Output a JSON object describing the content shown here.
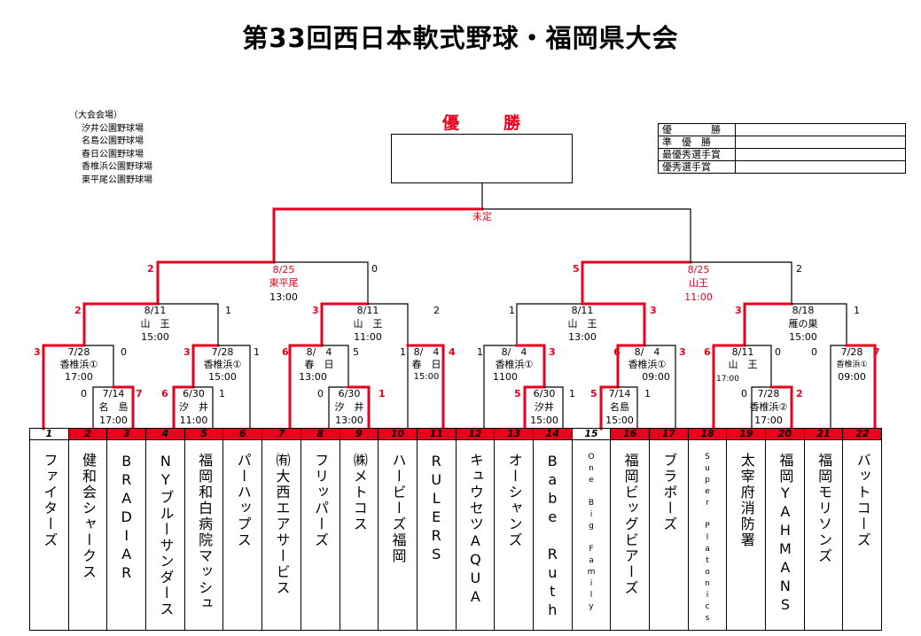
{
  "title": "第33回西日本軟式野球・福岡県大会",
  "venues": [
    "（大会会場）",
    "汐井公園野球場",
    "名島公園野球場",
    "春日公園野球場",
    "香椎浜公園野球場",
    "東平尾公園野球場"
  ],
  "champion_label": "優　　勝",
  "awards": [
    {
      "label": "優　　　　勝",
      "value": ""
    },
    {
      "label": "準　優　勝",
      "value": ""
    },
    {
      "label": "最優秀選手賞",
      "value": ""
    },
    {
      "label": "優秀選手賞",
      "value": ""
    }
  ],
  "final": {
    "status": "未定"
  },
  "semis": [
    {
      "date": "8/25",
      "venue": "東平尾",
      "time": "13:00",
      "left_score": "2",
      "right_score": "0"
    },
    {
      "date": "8/25",
      "venue": "山王",
      "time": "11:00",
      "left_score": "5",
      "right_score": "2"
    }
  ],
  "quarters": [
    {
      "date": "8/11",
      "venue": "山　王",
      "time": "15:00",
      "left_score": "2",
      "right_score": "1"
    },
    {
      "date": "8/11",
      "venue": "山　王",
      "time": "11:00",
      "left_score": "3",
      "right_score": "2"
    },
    {
      "date": "8/11",
      "venue": "山　王",
      "time": "13:00",
      "left_score": "1",
      "right_score": "3"
    },
    {
      "date": "8/18",
      "venue": "雁の巣",
      "time": "15:00",
      "left_score": "3",
      "right_score": "1"
    }
  ],
  "r16": [
    {
      "date": "7/28",
      "venue": "香椎浜①",
      "time": "17:00",
      "left_score": "3",
      "right_score": "0"
    },
    {
      "date": "7/28",
      "venue": "香椎浜①",
      "time": "15:00",
      "left_score": "3",
      "right_score": "1"
    },
    {
      "date": "8/　4",
      "venue": "春　日",
      "time": "13:00",
      "left_score": "6",
      "right_score": "5"
    },
    {
      "date": "8/　4",
      "venue": "春　日",
      "time": "15:00",
      "left_score": "1",
      "right_score": "4"
    },
    {
      "date": "8/　4",
      "venue": "香椎浜①",
      "time": "1100",
      "left_score": "1",
      "right_score": "3"
    },
    {
      "date": "8/　4",
      "venue": "香椎浜①",
      "time": "09:00",
      "left_score": "6",
      "right_score": "3"
    },
    {
      "date": "8/11",
      "venue": "山　王",
      "time": "17:00",
      "left_score": "6",
      "right_score": "0"
    },
    {
      "date": "7/28",
      "venue": "香椎浜①",
      "time": "09:00",
      "left_score": "0",
      "right_score": "7"
    }
  ],
  "r1": [
    {
      "date": "7/14",
      "venue": "名　島",
      "time": "17:00",
      "left_score": "0",
      "right_score": "7"
    },
    {
      "date": "6/30",
      "venue": "汐　井",
      "time": "11:00",
      "left_score": "6",
      "right_score": "1"
    },
    {
      "date": "6/30",
      "venue": "汐　井",
      "time": "13:00",
      "left_score": "0",
      "right_score": "1"
    },
    {
      "date": "6/30",
      "venue": "汐井",
      "time": "15:00",
      "left_score": "5",
      "right_score": "1"
    },
    {
      "date": "7/14",
      "venue": "名島",
      "time": "15:00",
      "left_score": "5",
      "right_score": "1"
    },
    {
      "date": "7/28",
      "venue": "香椎浜②",
      "time": "17:00",
      "left_score": "0",
      "right_score": "2"
    }
  ],
  "slots": [
    {
      "num": "1",
      "team": "ファイターズ",
      "red": false
    },
    {
      "num": "2",
      "team": "健和会シャークス",
      "red": true
    },
    {
      "num": "3",
      "team": "BRADIAR",
      "red": true
    },
    {
      "num": "4",
      "team": "NYブルーサンダース",
      "red": true
    },
    {
      "num": "5",
      "team": "福岡和白病院マッシュ",
      "red": true
    },
    {
      "num": "6",
      "team": "パーハップス",
      "red": true
    },
    {
      "num": "7",
      "team": "㈲大西エアサービス",
      "red": true
    },
    {
      "num": "8",
      "team": "フリッパーズ",
      "red": true
    },
    {
      "num": "9",
      "team": "㈱メトコス",
      "red": true
    },
    {
      "num": "10",
      "team": "ハービーズ福岡",
      "red": true
    },
    {
      "num": "11",
      "team": "RULERS",
      "red": true
    },
    {
      "num": "12",
      "team": "キュウセツAQUA",
      "red": true
    },
    {
      "num": "13",
      "team": "オーシャンズ",
      "red": true
    },
    {
      "num": "14",
      "team": "Babe Ruth",
      "red": true
    },
    {
      "num": "15",
      "team": "One Big Family",
      "red": false
    },
    {
      "num": "16",
      "team": "福岡ビッグビアーズ",
      "red": true
    },
    {
      "num": "17",
      "team": "ブラボーズ",
      "red": true
    },
    {
      "num": "18",
      "team": "Super Platonics",
      "red": true
    },
    {
      "num": "19",
      "team": "太宰府消防署",
      "red": true
    },
    {
      "num": "20",
      "team": "福岡YAHMANS",
      "red": true
    },
    {
      "num": "21",
      "team": "福岡モリソンズ",
      "red": true
    },
    {
      "num": "22",
      "team": "バットコーズ",
      "red": true
    }
  ],
  "colors": {
    "winner": "#e8001c",
    "line": "#000000"
  }
}
